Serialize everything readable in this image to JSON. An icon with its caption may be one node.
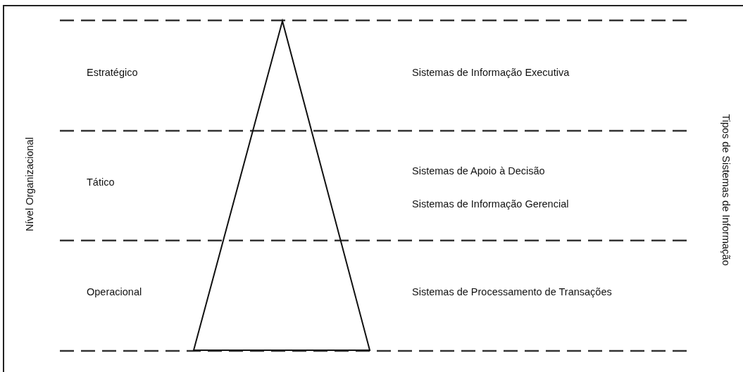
{
  "diagram": {
    "nodes": [
      {
        "text": [],
        "shape": "triangle"
      }
    ],
    "labels": [
      "Nível Organizacional",
      "Estratégico",
      "Sistemas de Informação Executiva",
      "Tipos de Sistemas de Informação",
      "Tático",
      "Sistemas de Apoio à Decisão",
      "Sistemas de Informação Gerencial",
      "Operacional",
      "Sistemas de Processamento de Transações"
    ]
  }
}
